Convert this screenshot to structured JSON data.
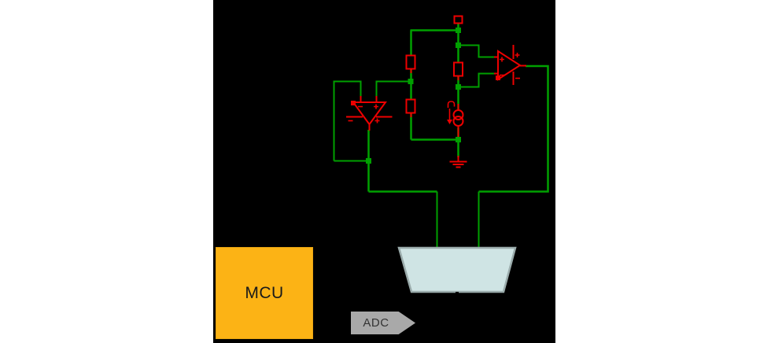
{
  "mcu": {
    "label": "MCU"
  },
  "adc": {
    "label": "ADC"
  },
  "symbols": [
    "supply-port-terminal",
    "resistor-divider-top",
    "resistor-divider-bottom",
    "sense-resistor",
    "variable-current-source",
    "ground",
    "opamp-buffer",
    "opamp-amplifier",
    "analog-mux"
  ],
  "colors": {
    "page_bg": "#ffffff",
    "canvas_bg": "#000000",
    "wire": "#00a000",
    "component": "#ee0000",
    "mcu_fill": "#fcb315",
    "mcu_text": "#1a1a1a",
    "adc_fill": "#a9a9a9",
    "adc_text": "#333333",
    "mux_fill": "#cfe4e4",
    "mux_border": "#9aabab"
  }
}
